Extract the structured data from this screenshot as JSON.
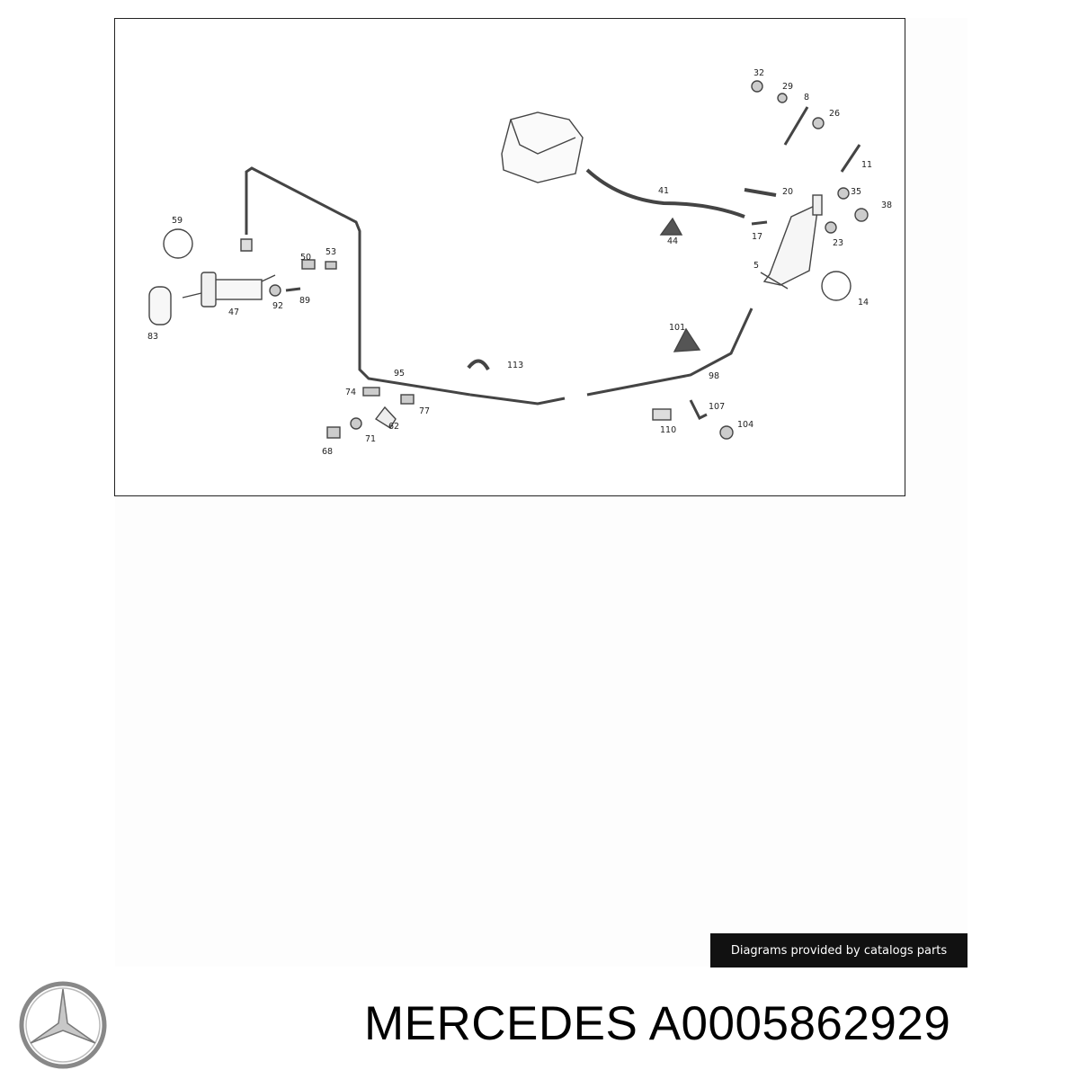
{
  "diagram": {
    "callouts": [
      "32",
      "29",
      "8",
      "26",
      "11",
      "20",
      "35",
      "38",
      "41",
      "44",
      "17",
      "23",
      "5",
      "14",
      "59",
      "50",
      "53",
      "47",
      "92",
      "89",
      "83",
      "95",
      "113",
      "101",
      "98",
      "74",
      "77",
      "62",
      "68",
      "71",
      "107",
      "104",
      "110"
    ]
  },
  "credit": {
    "text": "Diagrams provided by catalogs parts"
  },
  "footer": {
    "brand": "MERCEDES",
    "part_number": "A0005862929",
    "logo_icon": "mercedes-star-logo-icon"
  }
}
